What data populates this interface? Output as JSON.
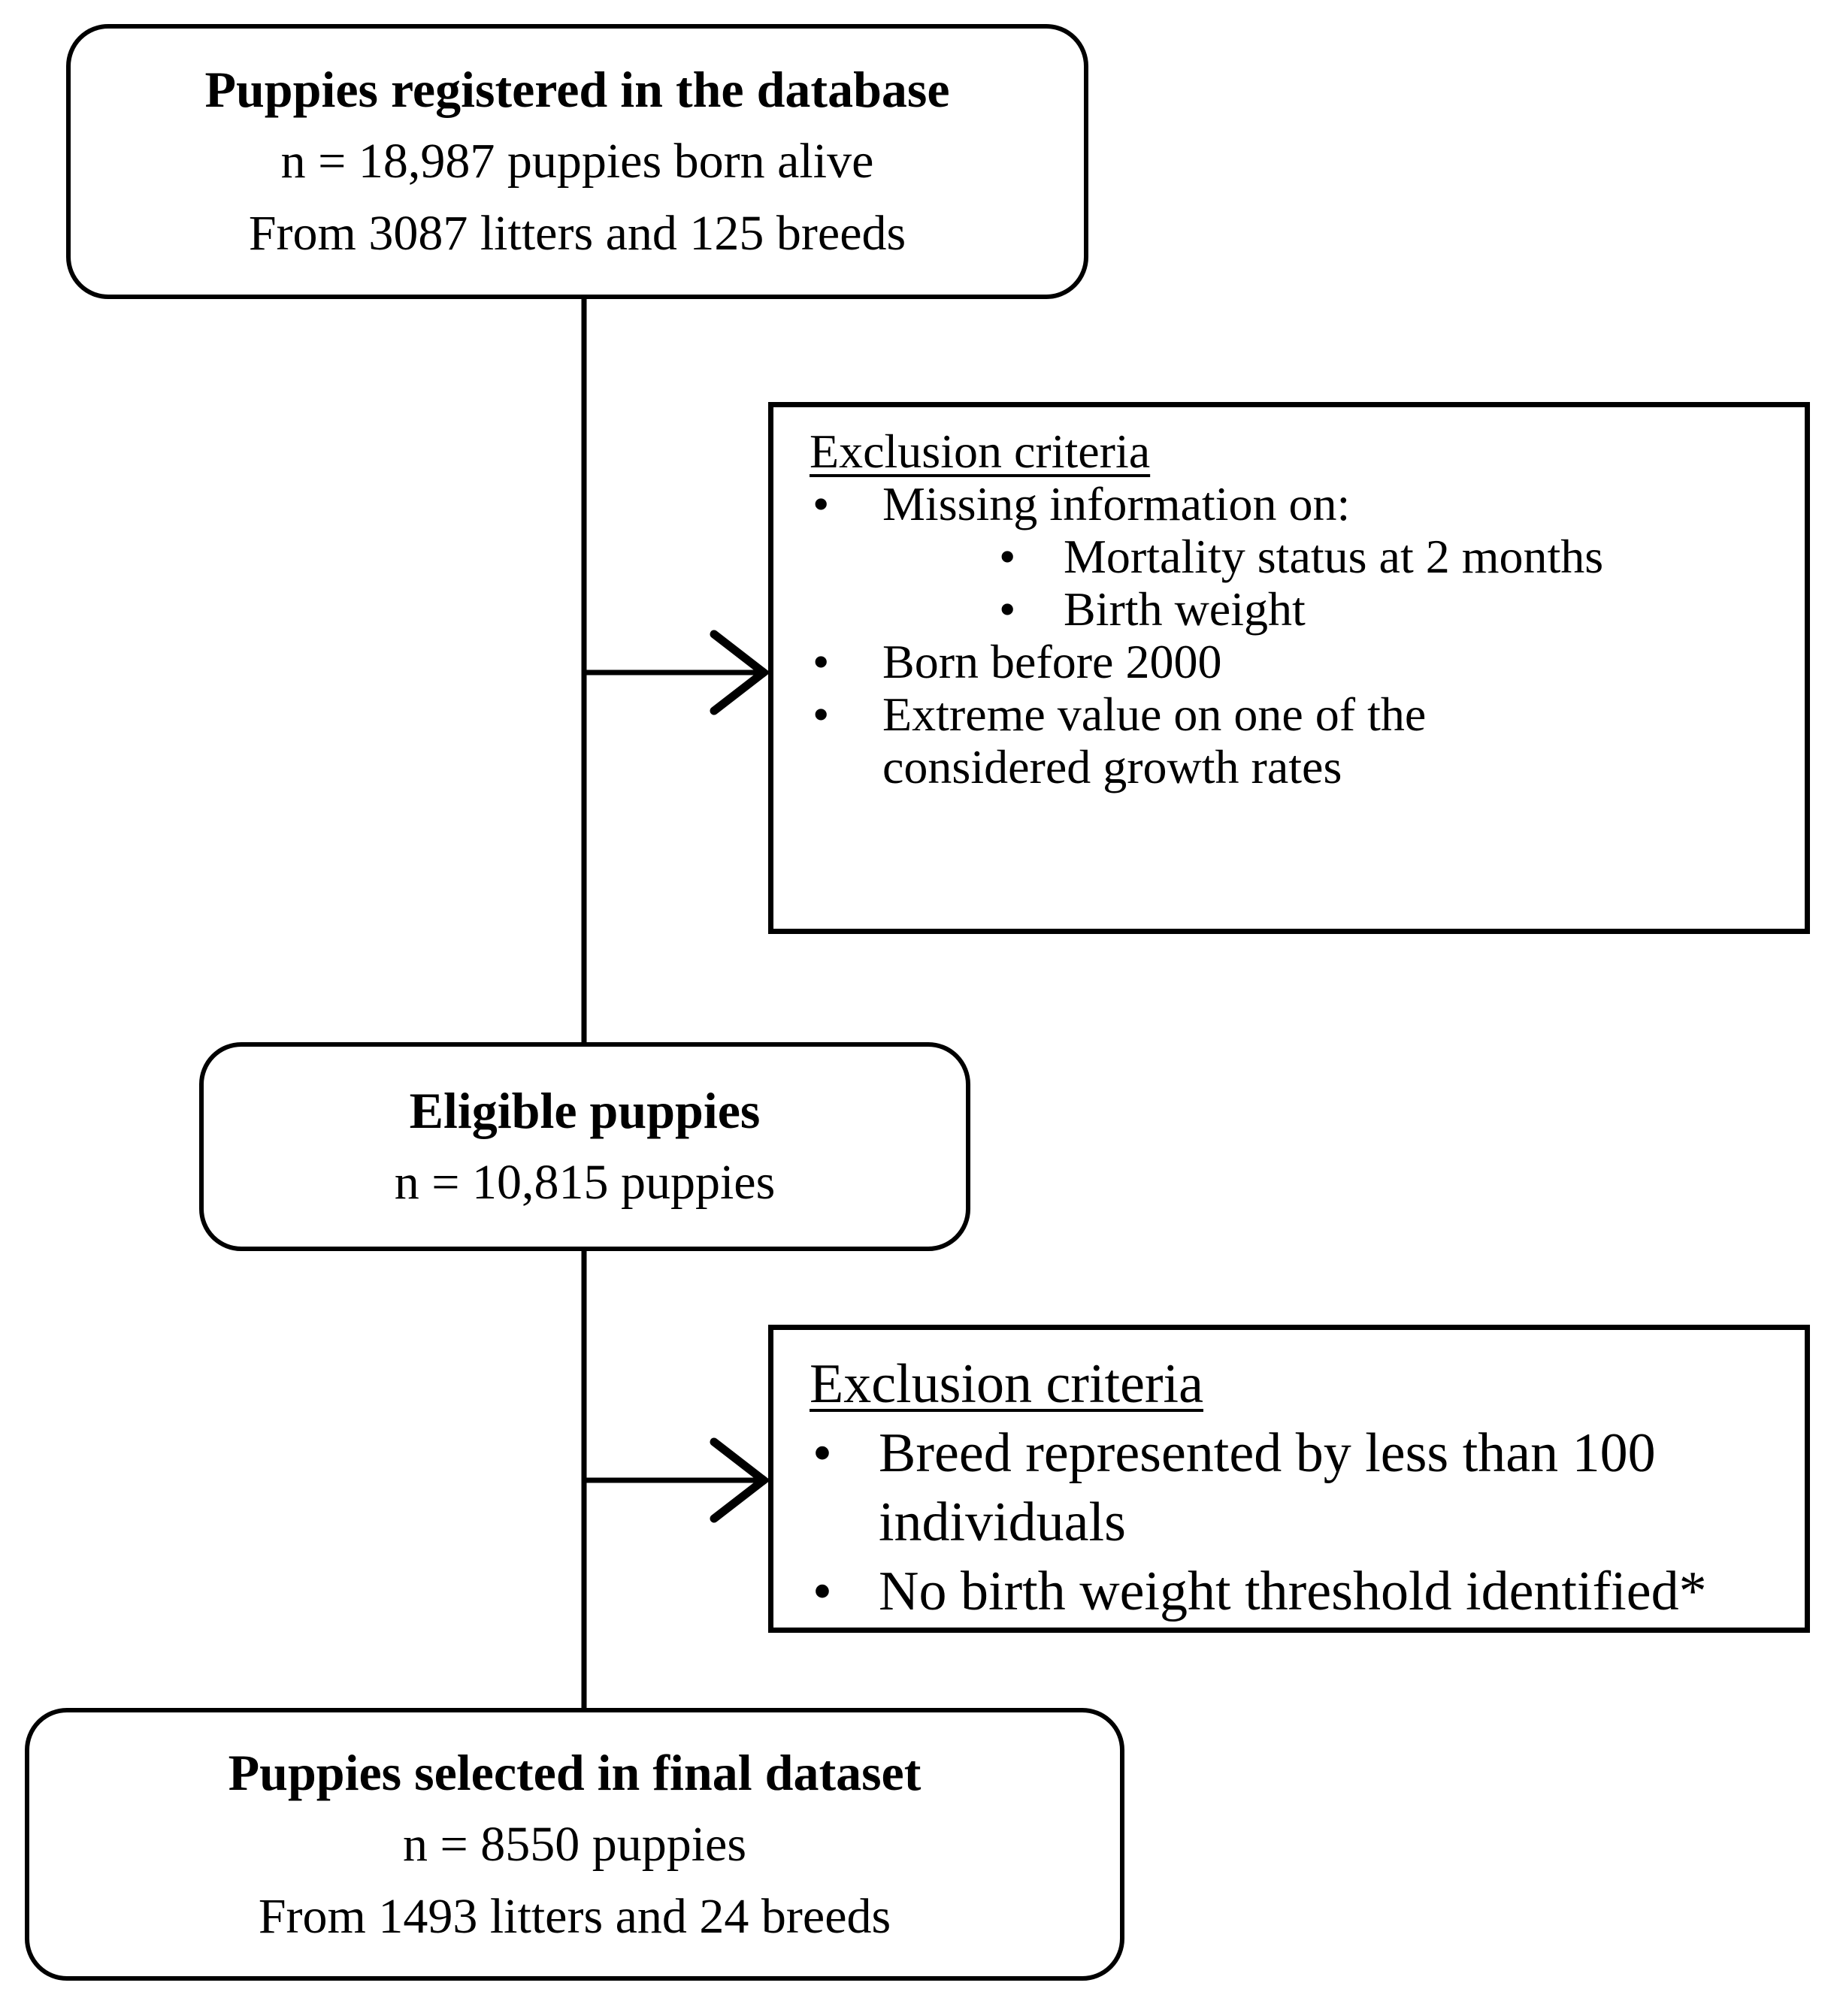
{
  "ui": {
    "bullet": "•",
    "line_color": "#000000",
    "background": "#ffffff"
  },
  "flowchart": {
    "registered": {
      "title": "Puppies registered in the database",
      "line1": "n = 18,987 puppies born alive",
      "line2": "From 3087 litters and 125 breeds"
    },
    "exclusion1": {
      "heading": "Exclusion criteria",
      "items": [
        {
          "level": 1,
          "lines": [
            "Missing information on:"
          ]
        },
        {
          "level": 2,
          "lines": [
            "Mortality status at 2 months"
          ]
        },
        {
          "level": 2,
          "lines": [
            "Birth weight"
          ]
        },
        {
          "level": 1,
          "lines": [
            "Born before 2000"
          ]
        },
        {
          "level": 1,
          "lines": [
            "Extreme value on one of the",
            "considered growth rates"
          ]
        }
      ]
    },
    "eligible": {
      "title": "Eligible puppies",
      "line1": "n = 10,815 puppies"
    },
    "exclusion2": {
      "heading": "Exclusion criteria",
      "items": [
        {
          "level": 1,
          "lines": [
            "Breed represented by less than 100",
            "individuals"
          ]
        },
        {
          "level": 1,
          "lines": [
            "No birth weight threshold identified*"
          ]
        }
      ]
    },
    "final": {
      "title": "Puppies selected in final dataset",
      "line1": "n = 8550 puppies",
      "line2": "From 1493 litters and 24 breeds"
    }
  }
}
